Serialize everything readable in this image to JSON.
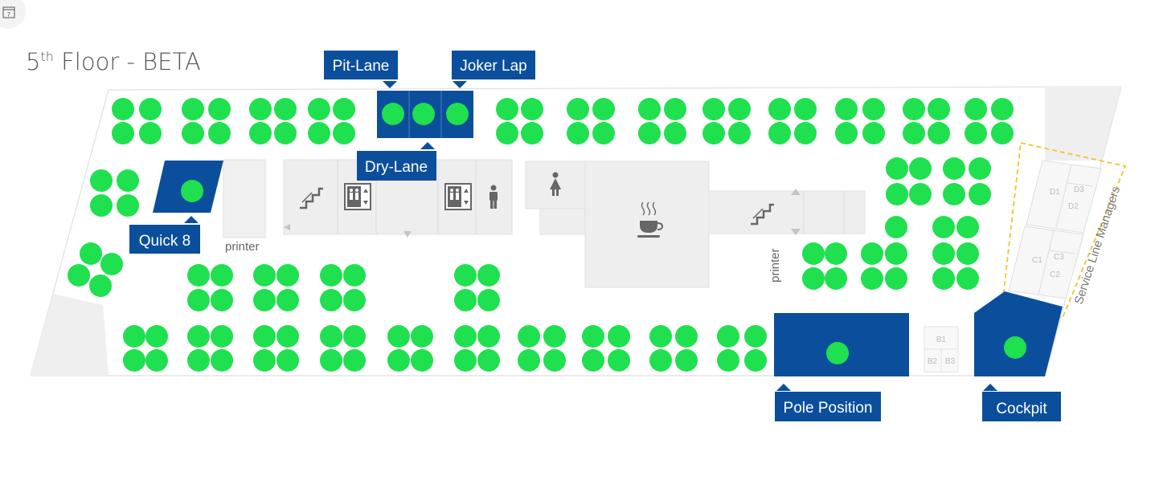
{
  "header": {
    "floor_number": "5",
    "floor_suffix": "th",
    "floor_rest": " Floor - BETA",
    "calendar_digit": "7"
  },
  "rooms": {
    "pit_lane": "Pit-Lane",
    "joker_lap": "Joker Lap",
    "dry_lane": "Dry-Lane",
    "quick_8": "Quick 8",
    "pole_position": "Pole Position",
    "cockpit": "Cockpit"
  },
  "areas": {
    "printer_left": "printer",
    "printer_right": "printer",
    "service_line_managers": "Service Line Managers",
    "d1": "D1",
    "d2": "D2",
    "d3": "D3",
    "c1": "C1",
    "c2": "C2",
    "c3": "C3",
    "b1": "B1",
    "b2": "B2",
    "b3": "B3"
  },
  "icons": {
    "calendar": "calendar-icon",
    "stairs": "stairs-icon",
    "elevator": "elevator-icon",
    "woman": "woman-restroom-icon",
    "man": "man-restroom-icon",
    "coffee": "coffee-icon",
    "arrow": "arrow-icon"
  },
  "colors": {
    "seat_available": "#1fe04e",
    "room_blue": "#0b4f9c",
    "floor": "#ffffff",
    "floor_outline": "#e2e2e2",
    "core": "#eeeeee",
    "dashed": "#f4c12d"
  }
}
